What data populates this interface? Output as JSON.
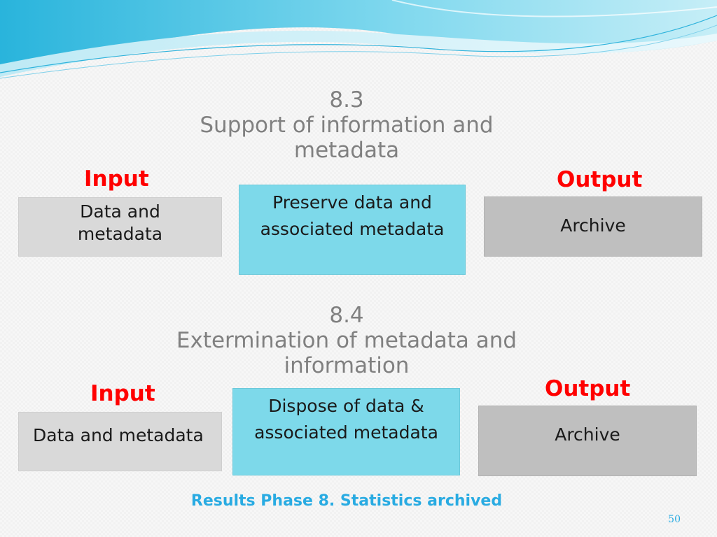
{
  "section_a": {
    "number": "8.3",
    "title_line1": "Support of information and",
    "title_line2": "metadata",
    "input_label": "Input",
    "input_line1": "Data and",
    "input_line2": "metadata",
    "process_line1": "Preserve data and",
    "process_line2": "associated metadata",
    "output_label": "Output",
    "output_text": "Archive"
  },
  "section_b": {
    "number": "8.4",
    "title_line1": "Extermination of metadata and",
    "title_line2": "information",
    "input_label": "Input",
    "input_text": "Data and metadata",
    "process_line1": "Dispose of data &",
    "process_line2": "associated metadata",
    "output_label": "Output",
    "output_text": "Archive"
  },
  "footer": "Results Phase 8. Statistics archived",
  "page_number": "50",
  "colors": {
    "label_red": "#ff0000",
    "footer_blue": "#29abe2",
    "process_box": "#7dd9ea",
    "input_box": "#d9d9d9",
    "output_box": "#bfbfbf",
    "heading_gray": "#808080"
  }
}
